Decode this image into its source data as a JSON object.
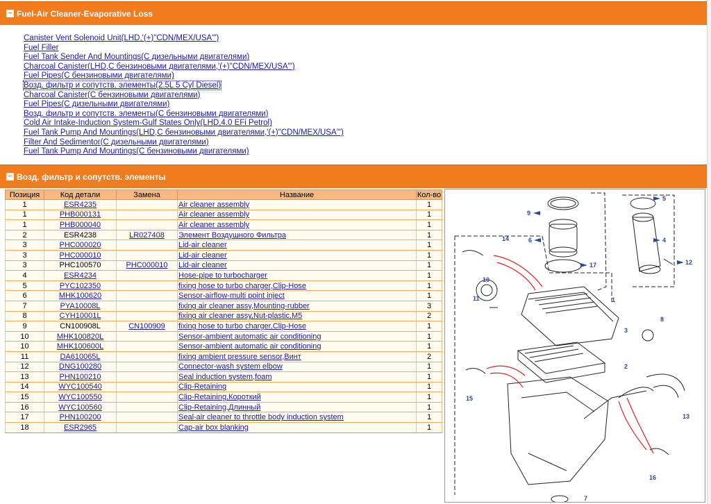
{
  "sections": {
    "top_title": "Fuel-Air Cleaner-Evaporative Loss",
    "detail_title": "Возд. фильтр и сопутств. элементы"
  },
  "links": [
    "Canister Vent Solenoid Unit(LHD,'(+)\"CDN/MEX/USA\"')",
    "Fuel Filler",
    "Fuel Tank Sender And Mountings(С дизельными двигателями)",
    "Charcoal Canister(LHD,С бензиновыми двигателями,'(+)\"CDN/MEX/USA\"')",
    "Fuel Pipes(С бензиновыми двигателями)",
    "Возд. фильтр и сопутств. элементы(2.5L 5 Cyl Diesel)",
    "Charcoal Canister(С бензиновыми двигателями)",
    "Fuel Pipes(С дизельными двигателями)",
    "Возд. фильтр и сопутств. элементы(С бензиновыми двигателями)",
    "Cold Air Intake-Induction System-Gulf States Only(LHD,4.0 EFi Petrol)",
    "Fuel Tank Pump And Mountings(LHD,С бензиновыми двигателями,'(+)\"CDN/MEX/USA\"')",
    "Filter And Sedimentor(С дизельными двигателями)",
    "Fuel Tank Pump And Mountings(С бензиновыми двигателями)"
  ],
  "table": {
    "headers": [
      "Позиция",
      "Код детали",
      "Замена",
      "Название",
      "Кол-во"
    ],
    "rows": [
      [
        "1",
        "ESR4235",
        "",
        "Air cleaner assembly",
        "1"
      ],
      [
        "1",
        "PHB000131",
        "",
        "Air cleaner assembly",
        "1"
      ],
      [
        "1",
        "PHB000040",
        "",
        "Air cleaner assembly",
        "1"
      ],
      [
        "2",
        "ESR4238",
        "LR027408",
        "Элемент Воздушного Фильтра",
        "1"
      ],
      [
        "3",
        "PHC000020",
        "",
        "Lid-air cleaner",
        "1"
      ],
      [
        "3",
        "PHC000010",
        "",
        "Lid-air cleaner",
        "1"
      ],
      [
        "3",
        "PHC100570",
        "PHC000010",
        "Lid-air cleaner",
        "1"
      ],
      [
        "4",
        "ESR4234",
        "",
        "Hose-pipe to turbocharger",
        "1"
      ],
      [
        "5",
        "PYC102350",
        "",
        "fixing hose to turbo charger,Clip-Hose",
        "1"
      ],
      [
        "6",
        "MHK100620",
        "",
        "Sensor-airflow-multi point inject",
        "1"
      ],
      [
        "7",
        "PYA10008L",
        "",
        "fixing air cleaner assy,Mounting-rubber",
        "3"
      ],
      [
        "8",
        "CYH10001L",
        "",
        "fixing air cleaner assy,Nut-plastic,M5",
        "2"
      ],
      [
        "9",
        "CN100908L",
        "CN100909",
        "fixing hose to turbo charger,Clip-Hose",
        "1"
      ],
      [
        "10",
        "MHK100820L",
        "",
        "Sensor-ambient automatic air conditioning",
        "1"
      ],
      [
        "10",
        "MHK100600L",
        "",
        "Sensor-ambient automatic air conditioning",
        "1"
      ],
      [
        "11",
        "DA610065L",
        "",
        "fixing ambient pressure sensor,Винт",
        "2"
      ],
      [
        "12",
        "DNG100280",
        "",
        "Connector-wash system elbow",
        "1"
      ],
      [
        "13",
        "PHN100210",
        "",
        "Seal induction system,foam",
        "1"
      ],
      [
        "14",
        "WYC100540",
        "",
        "Clip-Retaining",
        "1"
      ],
      [
        "15",
        "WYC100550",
        "",
        "Clip-Retaining,Короткий",
        "1"
      ],
      [
        "16",
        "WYC100560",
        "",
        "Clip-Retaining,Длинный",
        "1"
      ],
      [
        "17",
        "PHN100200",
        "",
        "Seal-air cleaner to throttle body induction system",
        "1"
      ],
      [
        "18",
        "ESR2965",
        "",
        "Cap-air box blanking",
        "1"
      ]
    ],
    "unlinked_codes": [
      "ESR4238",
      "PHC100570",
      "CN100908L"
    ]
  },
  "diagram": {
    "callouts": [
      "1",
      "2",
      "3",
      "4",
      "5",
      "6",
      "7",
      "8",
      "9",
      "10",
      "11",
      "12",
      "13",
      "14",
      "15",
      "16",
      "17"
    ],
    "colors": {
      "leader_red": "#e02020",
      "leader_blue": "#2a4aa0"
    }
  }
}
